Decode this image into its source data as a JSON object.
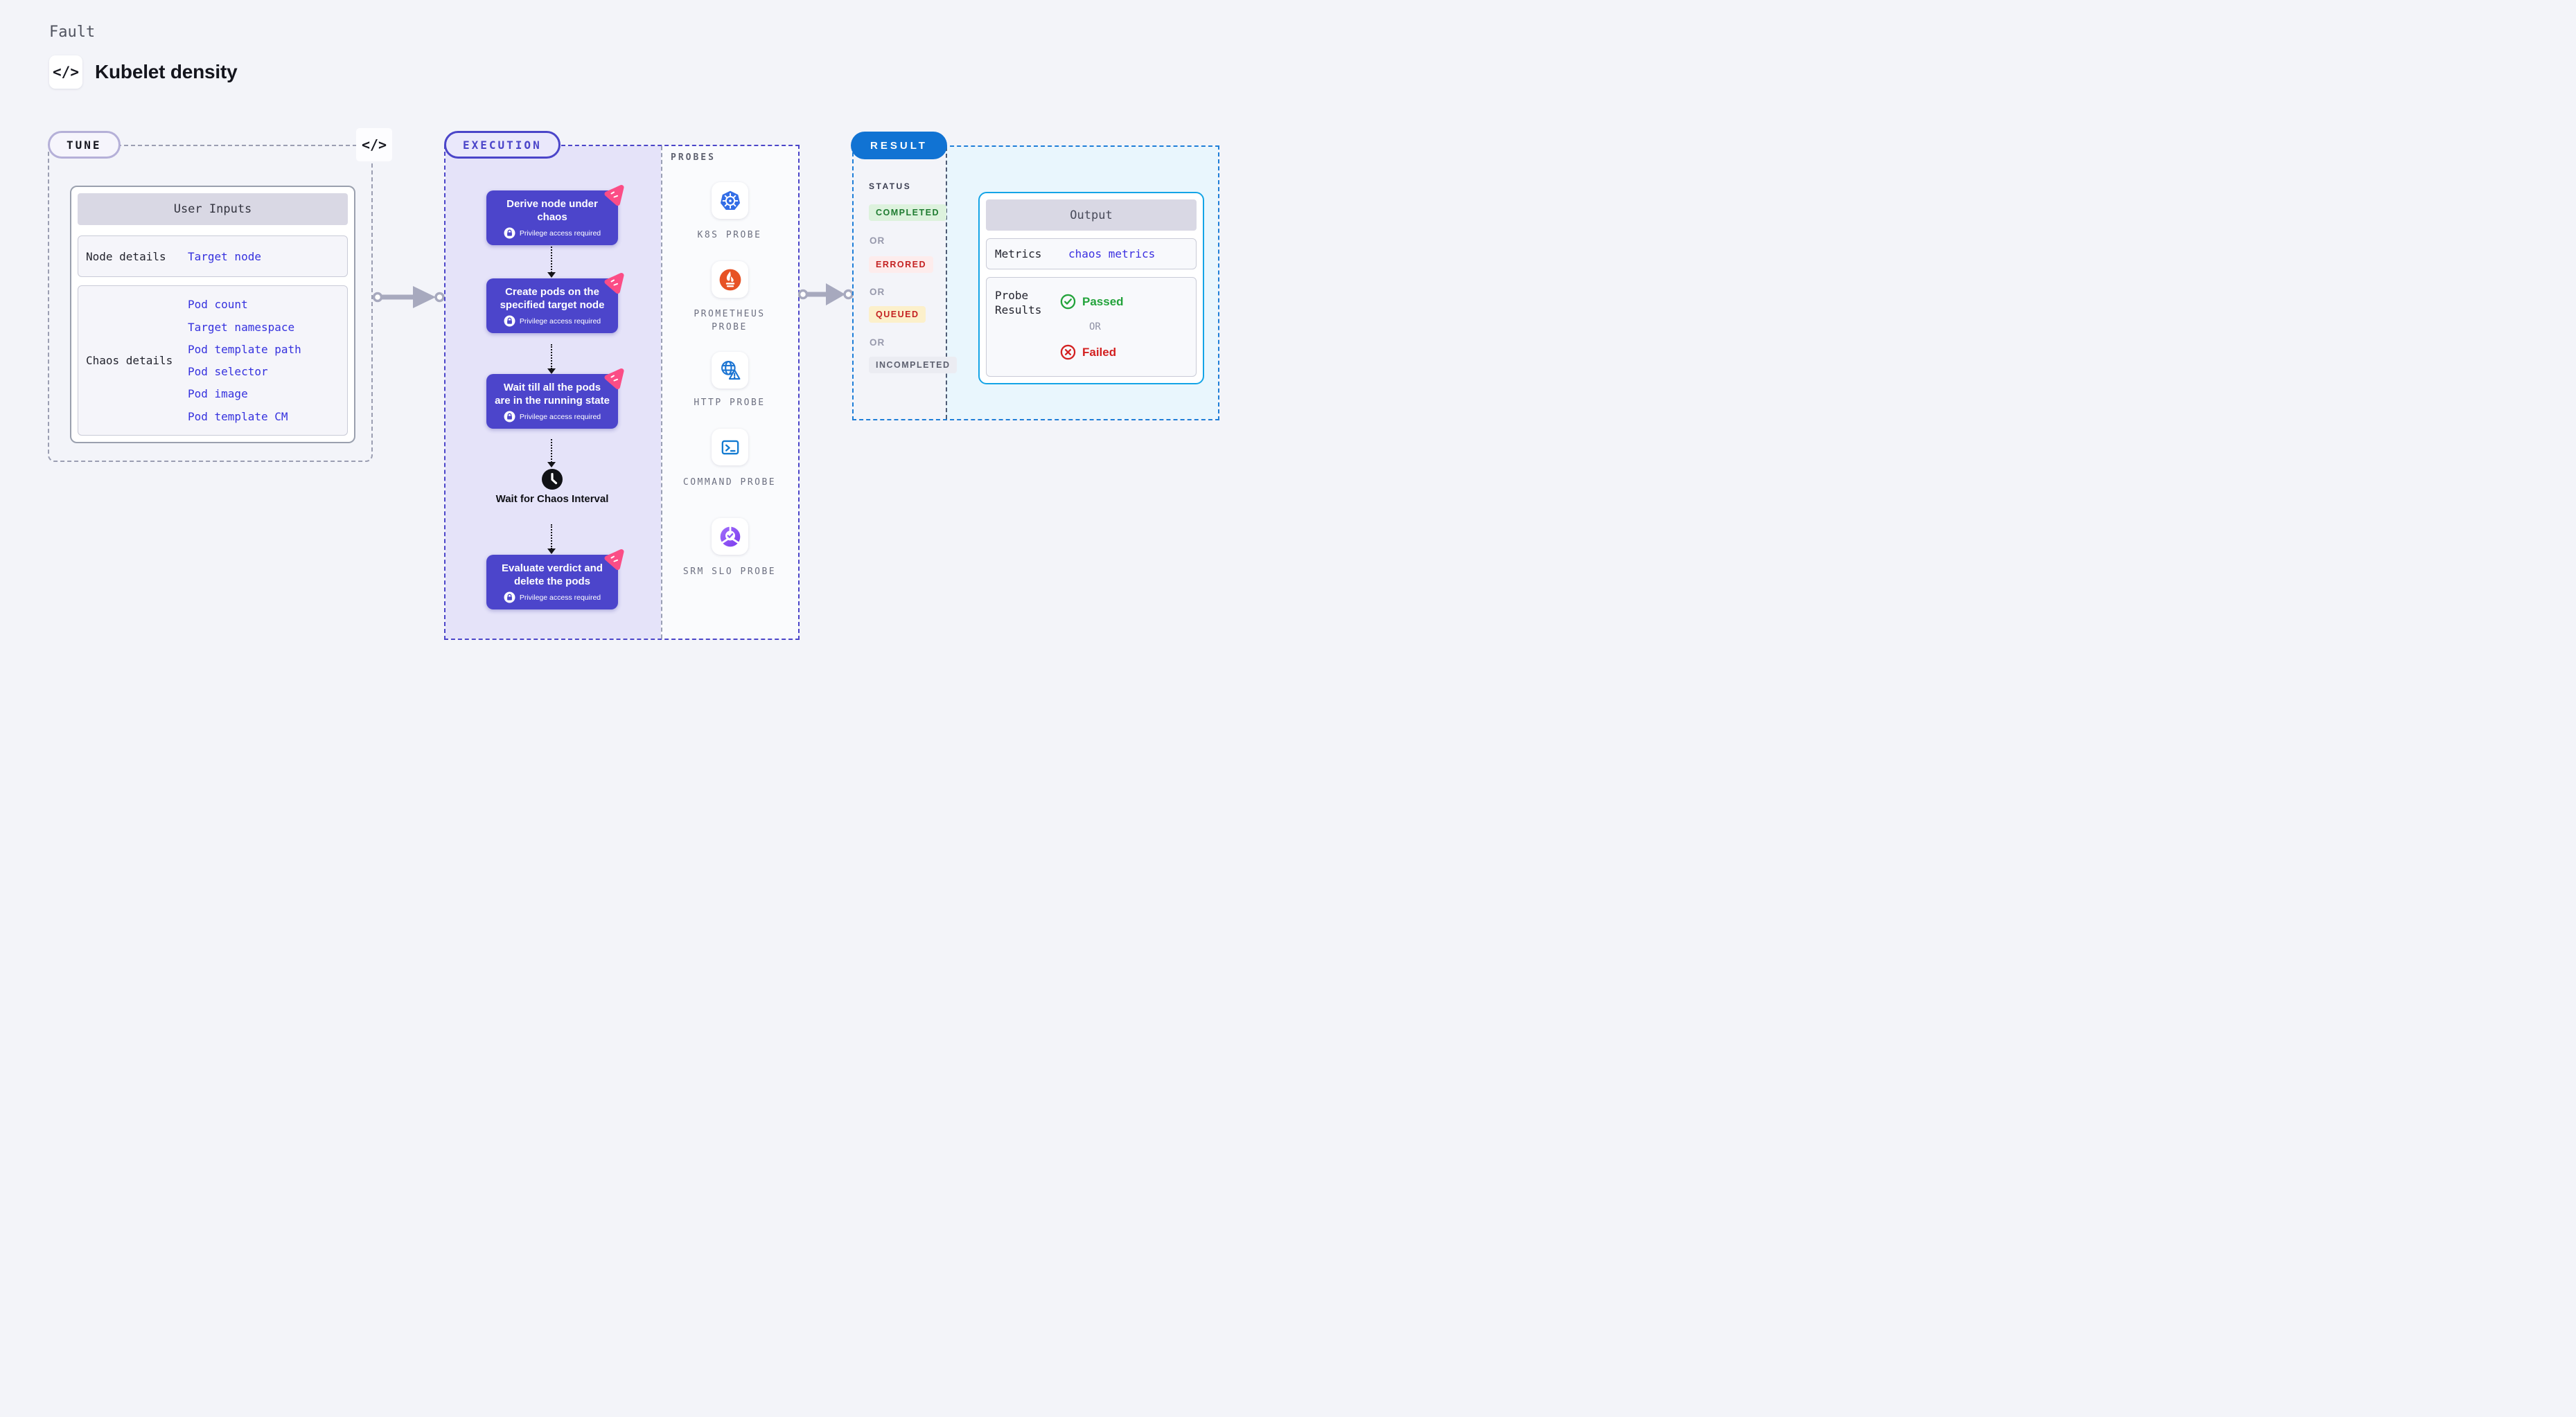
{
  "header": {
    "eyebrow": "Fault",
    "title": "Kubelet density",
    "code_icon": "</>"
  },
  "tune": {
    "label": "TUNE",
    "code_icon": "</>",
    "user_inputs": {
      "title": "User Inputs",
      "rows": [
        {
          "label": "Node details",
          "values": [
            "Target node"
          ]
        },
        {
          "label": "Chaos details",
          "values": [
            "Pod count",
            "Target namespace",
            "Pod template path",
            "Pod selector",
            "Pod image",
            "Pod template CM"
          ]
        }
      ]
    }
  },
  "execution": {
    "label": "EXECUTION",
    "steps": [
      {
        "title": "Derive node under chaos",
        "badge": "Privilege access required"
      },
      {
        "title": "Create pods on the specified target node",
        "badge": "Privilege access required"
      },
      {
        "title": "Wait till all the pods are in the running state",
        "badge": "Privilege access required"
      }
    ],
    "wait": {
      "title": "Wait for Chaos Interval"
    },
    "final_step": {
      "title": "Evaluate verdict and delete the pods",
      "badge": "Privilege access required"
    }
  },
  "probes": {
    "label": "PROBES",
    "items": [
      {
        "name": "K8S PROBE",
        "icon": "kubernetes-icon"
      },
      {
        "name": "PROMETHEUS PROBE",
        "icon": "prometheus-icon"
      },
      {
        "name": "HTTP PROBE",
        "icon": "globe-warning-icon"
      },
      {
        "name": "COMMAND PROBE",
        "icon": "terminal-icon"
      },
      {
        "name": "SRM SLO PROBE",
        "icon": "slo-donut-icon"
      }
    ]
  },
  "result": {
    "label": "RESULT",
    "status": {
      "label": "STATUS",
      "separator": "OR",
      "badges": [
        {
          "text": "COMPLETED",
          "fg": "#1e7b30",
          "bg": "#ddf2dd"
        },
        {
          "text": "ERRORED",
          "fg": "#c42222",
          "bg": "#fdecec"
        },
        {
          "text": "QUEUED",
          "fg": "#c42222",
          "bg": "#fcf0cb"
        },
        {
          "text": "INCOMPLETED",
          "fg": "#5e6170",
          "bg": "#ebecf2"
        }
      ]
    },
    "output": {
      "title": "Output",
      "metrics_label": "Metrics",
      "metrics_value": "chaos metrics",
      "probe_results_label": "Probe Results",
      "passed": "Passed",
      "or": "OR",
      "failed": "Failed"
    }
  },
  "colors": {
    "accent_indigo": "#4b45c9",
    "step_bg": "#4c45cb",
    "chaos_pink": "#fb4d86",
    "result_blue": "#1173d3",
    "link_blue": "#3531de",
    "passed_green": "#23a33b",
    "failed_red": "#d32121",
    "k8s_blue": "#326de6",
    "prometheus_orange": "#e75225",
    "http_blue": "#1b74d2",
    "slo_purple": "#8b5cf6",
    "output_border_cyan": "#14a4e6"
  }
}
